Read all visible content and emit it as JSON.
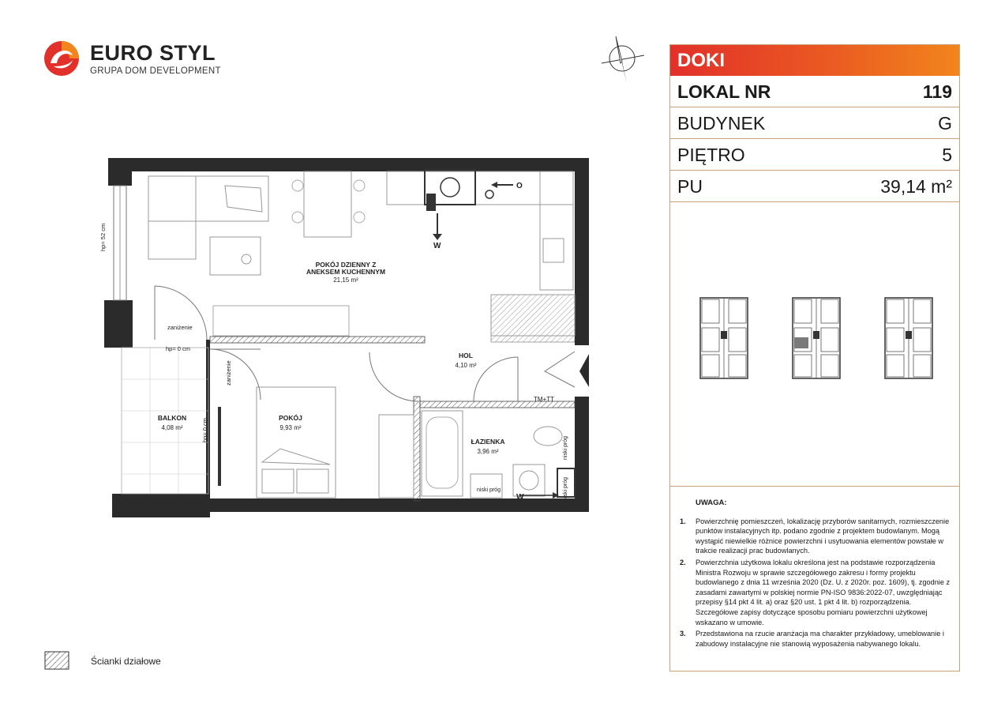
{
  "brand": {
    "name": "EURO STYL",
    "subtitle": "GRUPA DOM DEVELOPMENT",
    "colors": {
      "red": "#e2302a",
      "orange": "#f2851b"
    }
  },
  "panel": {
    "header": "DOKI",
    "rows": [
      {
        "key": "LOKAL NR",
        "value": "119",
        "bold": true
      },
      {
        "key": "BUDYNEK",
        "value": "G",
        "bold": false
      },
      {
        "key": "PIĘTRO",
        "value": "5",
        "bold": false
      },
      {
        "key": "PU",
        "value": "39,14 m²",
        "bold": false
      }
    ],
    "notes_title": "UWAGA:",
    "notes": [
      {
        "n": "1.",
        "text": "Powierzchnię pomieszczeń, lokalizację przyborów sanitarnych, rozmieszczenie punktów instalacyjnych itp. podano zgodnie z projektem budowlanym. Mogą wystąpić niewielkie różnice powierzchni i usytuowania elementów powstałe w trakcie realizacji prac budowlanych."
      },
      {
        "n": "2.",
        "text": "Powierzchnia użytkowa lokalu określona jest na podstawie rozporządzenia Ministra Rozwoju w sprawie szczegółowego zakresu i formy projektu budowlanego z dnia 11 września 2020 (Dz. U. z 2020r. poz. 1609), tj. zgodnie z zasadami zawartymi w polskiej normie PN-ISO 9836:2022-07, uwzględniając przepisy §14 pkt 4 lit. a) oraz §20 ust. 1 pkt 4 lit. b) rozporządzenia. Szczegółowe zapisy dotyczące sposobu pomiaru powierzchni użytkowej wskazano w umowie."
      },
      {
        "n": "3.",
        "text": "Przedstawiona na rzucie aranżacja ma charakter przykładowy, umeblowanie i zabudowy instalacyjne nie stanowią wyposażenia nabywanego lokalu."
      }
    ]
  },
  "plan": {
    "rooms": [
      {
        "name_line1": "POKÓJ DZIENNY Z",
        "name_line2": "ANEKSEM KUCHENNYM",
        "area": "21,15 m²"
      },
      {
        "name_line1": "HOL",
        "name_line2": "",
        "area": "4,10 m²"
      },
      {
        "name_line1": "BALKON",
        "name_line2": "",
        "area": "4,08 m²"
      },
      {
        "name_line1": "POKÓJ",
        "name_line2": "",
        "area": "9,93 m²"
      },
      {
        "name_line1": "ŁAZIENKA",
        "name_line2": "",
        "area": "3,96 m²"
      }
    ],
    "labels": {
      "hp52": "hp= 52 cm",
      "hp0a": "hp= 0 cm",
      "hp0b": "hp= 0 cm",
      "zanizenie1": "zaniżenie",
      "zanizenie2": "zaniżenie",
      "niski_prog1": "niski próg",
      "niski_prog2": "niski próg",
      "niski_prog3": "niski próg",
      "tmtt": "TM+TT",
      "w1": "W",
      "w2": "W",
      "o": "O"
    }
  },
  "legend": {
    "text": "Ścianki działowe"
  }
}
